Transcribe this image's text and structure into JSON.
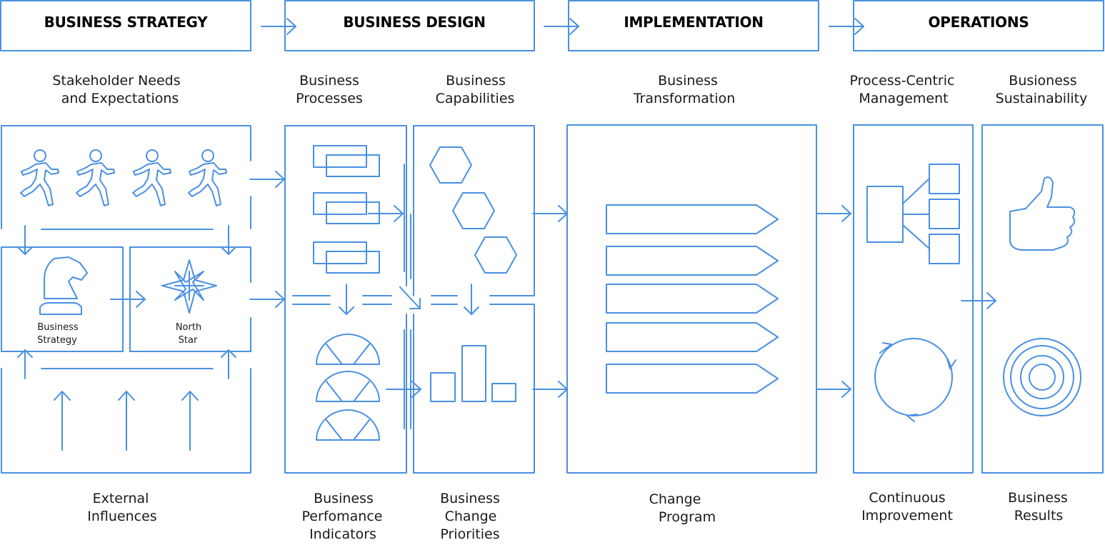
{
  "colors": {
    "accent": "#4a90e2",
    "text": "#1a1a1a"
  },
  "stages": [
    {
      "title": "BUSINESS STRATEGY"
    },
    {
      "title": "BUSINESS DESIGN"
    },
    {
      "title": "IMPLEMENTATION"
    },
    {
      "title": "OPERATIONS"
    }
  ],
  "top_labels": {
    "stakeholder": [
      "Stakeholder Needs",
      "and Expectations"
    ],
    "processes": [
      "Business",
      "Processes"
    ],
    "capabilities": [
      "Business",
      "Capabilities"
    ],
    "transformation": [
      "Business",
      "Transformation"
    ],
    "process_mgmt": [
      "Process-Centric",
      "Management"
    ],
    "sustainability": [
      "Busioness",
      "Sustainability"
    ]
  },
  "bottom_labels": {
    "external": [
      "External",
      "Influences"
    ],
    "kpi": [
      "Business",
      "Perfomance",
      "Indicators"
    ],
    "priorities": [
      "Business",
      "Change",
      "Priorities"
    ],
    "change_program": [
      "Change",
      "Program"
    ],
    "improvement": [
      "Continuous",
      "Improvement"
    ],
    "results": [
      "Business",
      "Results"
    ]
  },
  "inner_labels": {
    "strategy": [
      "Business",
      "Strategy"
    ],
    "north_star": [
      "North",
      "Star"
    ]
  },
  "icons": [
    "running-person-icon",
    "chess-knight-icon",
    "compass-star-icon",
    "process-box-icon",
    "hexagon-icon",
    "gauge-icon",
    "bar-chart-icon",
    "arrow-banner-icon",
    "org-chart-icon",
    "cycle-icon",
    "thumbs-up-icon",
    "target-icon",
    "flow-arrow-icon"
  ]
}
